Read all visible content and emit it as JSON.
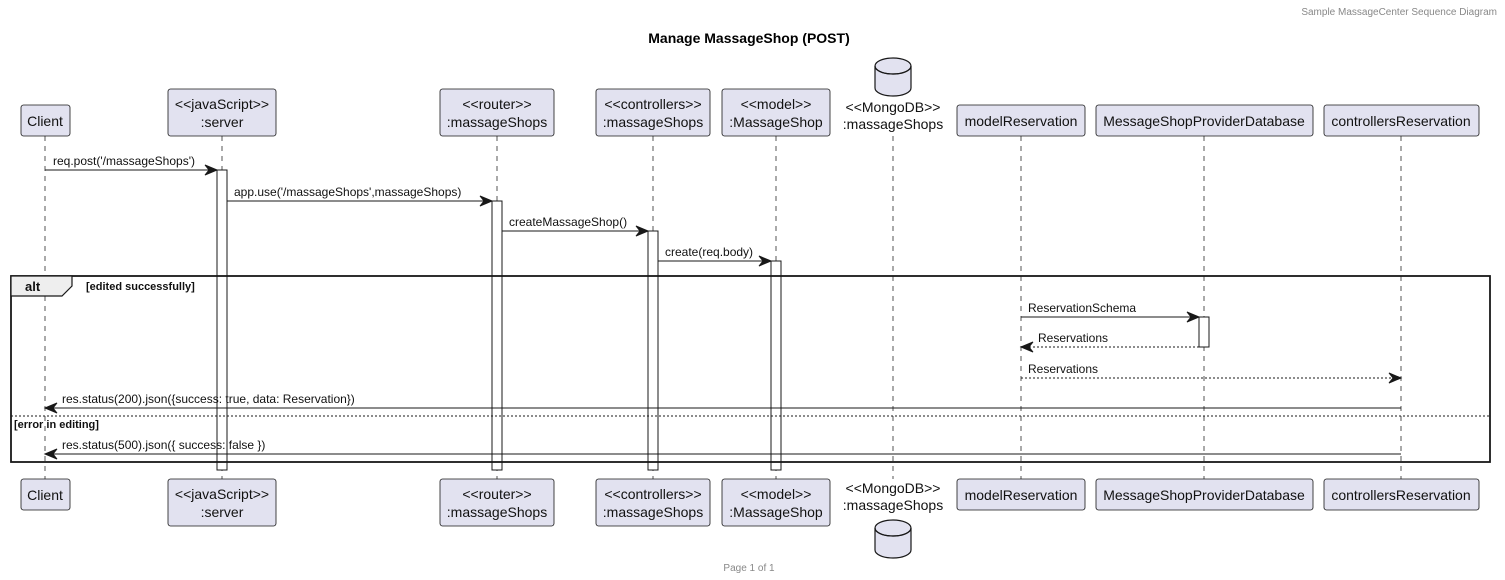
{
  "header": "Sample MassageCenter Sequence Diagram",
  "title": "Manage MassageShop (POST)",
  "footer": "Page 1 of 1",
  "colors": {
    "box_fill": "#E2E2F0",
    "box_stroke": "#181818",
    "line": "#181818"
  },
  "participants": [
    {
      "id": "client",
      "kind": "box",
      "lines": [
        "Client"
      ]
    },
    {
      "id": "server",
      "kind": "box",
      "lines": [
        "<<javaScript>>",
        ":server"
      ]
    },
    {
      "id": "router",
      "kind": "box",
      "lines": [
        "<<router>>",
        ":massageShops"
      ]
    },
    {
      "id": "controllers",
      "kind": "box",
      "lines": [
        "<<controllers>>",
        ":massageShops"
      ]
    },
    {
      "id": "model",
      "kind": "box",
      "lines": [
        "<<model>>",
        ":MassageShop"
      ]
    },
    {
      "id": "mongodb",
      "kind": "database",
      "lines": [
        "<<MongoDB>>",
        ":massageShops"
      ]
    },
    {
      "id": "modelReservation",
      "kind": "box",
      "lines": [
        "modelReservation"
      ]
    },
    {
      "id": "providerDb",
      "kind": "box",
      "lines": [
        "MessageShopProviderDatabase"
      ]
    },
    {
      "id": "controllersReservation",
      "kind": "box",
      "lines": [
        "controllersReservation"
      ]
    }
  ],
  "messages": [
    {
      "from": "client",
      "to": "server",
      "label": "req.post('/massageShops')",
      "style": "solid"
    },
    {
      "from": "server",
      "to": "router",
      "label": "app.use('/massageShops',massageShops)",
      "style": "solid"
    },
    {
      "from": "router",
      "to": "controllers",
      "label": "createMassageShop()",
      "style": "solid"
    },
    {
      "from": "controllers",
      "to": "model",
      "label": "create(req.body)",
      "style": "solid"
    },
    {
      "from": "modelReservation",
      "to": "providerDb",
      "label": "ReservationSchema",
      "style": "solid"
    },
    {
      "from": "providerDb",
      "to": "modelReservation",
      "label": "Reservations",
      "style": "dashed"
    },
    {
      "from": "modelReservation",
      "to": "controllersReservation",
      "label": "Reservations",
      "style": "dashed"
    },
    {
      "from": "controllersReservation",
      "to": "client",
      "label": "res.status(200).json({success: true, data: Reservation})",
      "style": "solid"
    },
    {
      "from": "controllersReservation",
      "to": "client",
      "label": "res.status(500).json({ success: false })",
      "style": "solid"
    }
  ],
  "fragment": {
    "operator": "alt",
    "guards": [
      "[edited successfully]",
      "[error in editing]"
    ]
  }
}
